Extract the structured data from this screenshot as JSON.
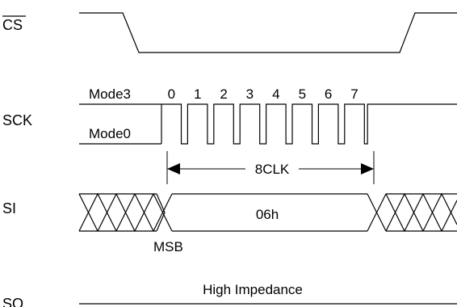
{
  "signals": {
    "cs": "CS",
    "sck": "SCK",
    "si": "SI",
    "so": "SO"
  },
  "sck_labels": {
    "mode3": "Mode3",
    "mode0": "Mode0",
    "bits": [
      "0",
      "1",
      "2",
      "3",
      "4",
      "5",
      "6",
      "7"
    ]
  },
  "annotations": {
    "clock_count": "8CLK",
    "data_value": "06h",
    "msb": "MSB",
    "so_state": "High Impedance"
  }
}
